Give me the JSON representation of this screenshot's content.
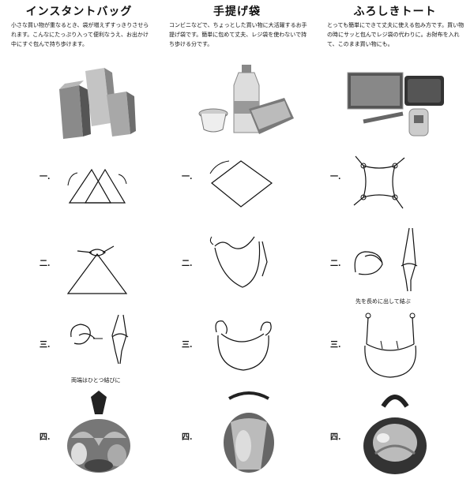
{
  "columns": [
    {
      "title": "インスタントバッグ",
      "desc": "小さな買い物が重なるとき、袋が増えずすっきりさせられます。こんなにたっぷり入って便利なうえ、お出かけ中にすぐ包んで持ち歩けます。",
      "photo_icon": "paper-bags-photo",
      "steps": [
        "一",
        "二",
        "三",
        "四"
      ],
      "note": "両端はひとつ結びに"
    },
    {
      "title": "手提げ袋",
      "desc": "コンビニなどで、ちょっとした買い物に大活躍するお手提げ袋です。簡単に包めて丈夫、レジ袋を使わないで持ち歩ける分です。",
      "photo_icon": "bottle-and-sandwich-photo",
      "steps": [
        "一",
        "二",
        "三",
        "四"
      ],
      "note": ""
    },
    {
      "title": "ふろしきトート",
      "desc": "とっても簡単にできて丈夫に使える包み方です。買い物の時にサッと包んでレジ袋の代わりに。お財布を入れて、このまま買い物にも。",
      "photo_icon": "wallet-and-phone-photo",
      "steps": [
        "一",
        "二",
        "三",
        "四"
      ],
      "note": "先を長めに出して結ぶ"
    }
  ]
}
